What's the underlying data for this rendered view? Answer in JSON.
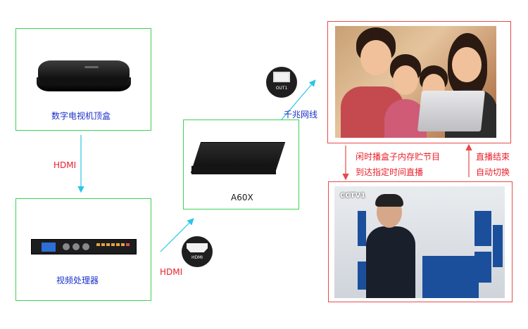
{
  "nodes": {
    "stb": {
      "label": "数字电视机顶盒"
    },
    "processor": {
      "label": "视频处理器"
    },
    "a60x": {
      "label": "A60X"
    }
  },
  "edges": {
    "hdmi_left": "HDMI",
    "hdmi_right": "HDMI",
    "gigabit": "千兆网线",
    "store_line1": "闲时播盒子内存贮节目",
    "store_line2": "到达指定时间直播",
    "live_line1": "直播结束",
    "live_line2": "自动切换"
  },
  "icons": {
    "out1": {
      "text": "OUT1"
    },
    "hdmi_port": {
      "text": "HDMI"
    }
  },
  "photo2": {
    "logo": "CCTV1"
  },
  "colors": {
    "green": "#39d353",
    "red": "#e84a4a",
    "cyan_arrow": "#29c6e6",
    "blue_text": "#1b2fc9",
    "red_text": "#e8202a"
  }
}
